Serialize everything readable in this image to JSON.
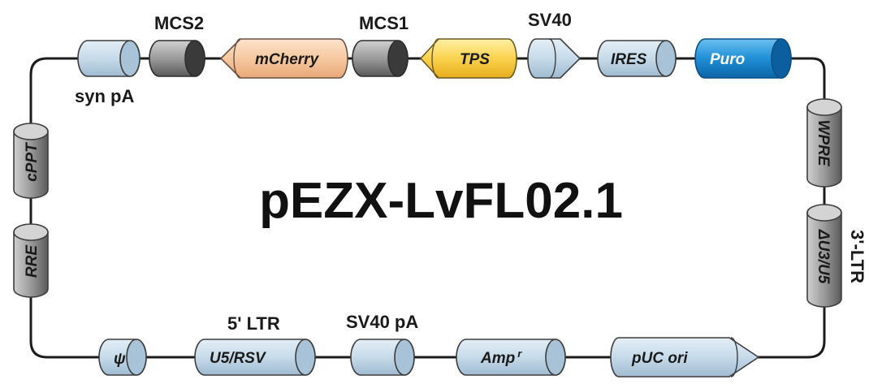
{
  "diagram": {
    "title": "pEZX-LvFL02.1",
    "colors": {
      "backbone": "#1c1c1c",
      "light_blue": "#c6dbea",
      "light_blue_end": "#a8c3d8",
      "gray": "#9a9a9a",
      "gray_end": "#3a3a3a",
      "orange": "#f6c9a0",
      "yellow": "#fbd24e",
      "blue": "#1f8fd6",
      "blue_end": "#0b5f9e",
      "stroke": "#3d3d3d"
    },
    "top": {
      "syn_pa": "syn pA",
      "mcs2": "MCS2",
      "mcherry": "mCherry",
      "mcs1": "MCS1",
      "tps": "TPS",
      "sv40": "SV40",
      "ires": "IRES",
      "puro": "Puro"
    },
    "right": {
      "wpre": "WPRE",
      "delta_u3_u5": "ΔU3/U5",
      "ltr3": "3'-LTR"
    },
    "bottom": {
      "psi": "ψ",
      "ltr5": "5' LTR",
      "u5_rsv": "U5/RSV",
      "sv40_pa": "SV40 pA",
      "amp": "Amp",
      "amp_sup": "r",
      "puc_ori": "pUC ori"
    },
    "left": {
      "cppt": "cPPT",
      "rre": "RRE"
    }
  }
}
